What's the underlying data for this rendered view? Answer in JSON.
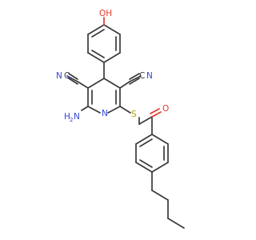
{
  "labels": {
    "hydroxyl": "OH",
    "hydroxyl_h": "H",
    "hydroxyl_o": "O",
    "nitrile_left_n": "N",
    "nitrile_left_c": "C",
    "nitrile_right_c": "C",
    "nitrile_right_n": "N",
    "amino_h2": "H",
    "amino_n": "N",
    "amino_sub": "2",
    "ring_n": "N",
    "sulfur": "S",
    "ketone_o": "O"
  },
  "colors": {
    "carbon": "#3a3a3a",
    "nitrogen": "#3346d6",
    "oxygen": "#e03a2a",
    "sulfur": "#b59a00"
  }
}
